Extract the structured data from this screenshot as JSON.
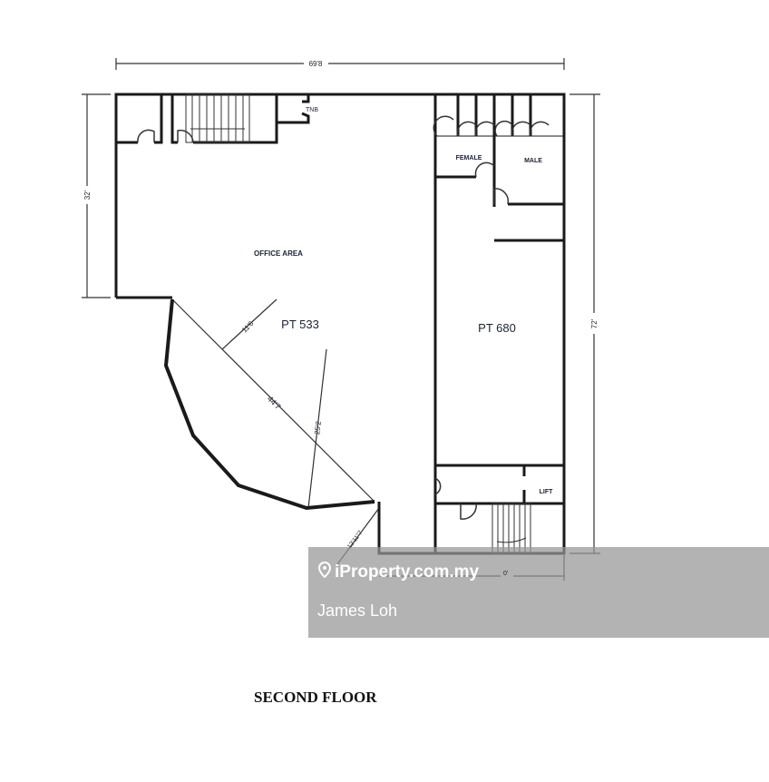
{
  "plan": {
    "title": "SECOND FLOOR",
    "rooms": {
      "office_area": "OFFICE AREA",
      "tnb": "TNB",
      "female": "FEMALE",
      "male": "MALE",
      "lift": "LIFT",
      "lot_left": "PT 533",
      "lot_right": "PT 680"
    },
    "dimensions": {
      "top_width": "69'8",
      "left_height": "32'",
      "right_height": "72'",
      "offset": "11'6",
      "diagonal": "44'7",
      "radius": "25'2",
      "bottom_angle": "12'11\"7",
      "bottom_width": "0'"
    }
  },
  "watermark": {
    "brand": "iProperty.com.my",
    "agent": "James Loh",
    "icon": "location-pin-icon"
  }
}
